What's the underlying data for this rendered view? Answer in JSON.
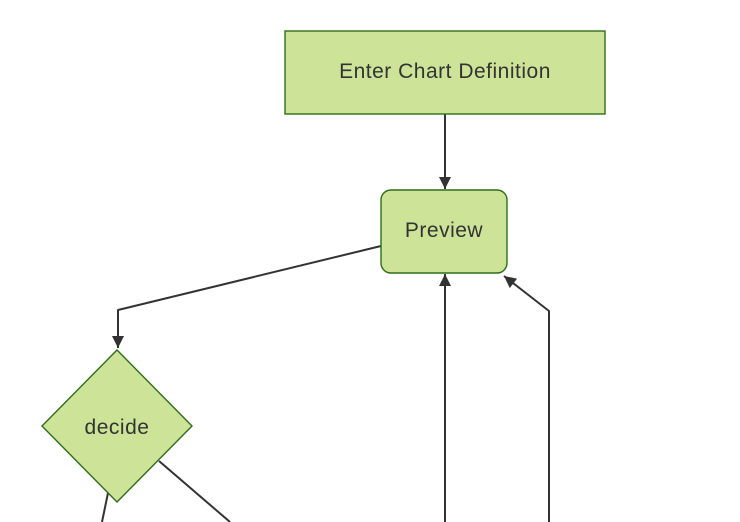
{
  "diagram": {
    "type": "flowchart",
    "direction": "top-down",
    "theme": "forest",
    "nodes": [
      {
        "id": "A",
        "label": "Enter Chart Definition",
        "shape": "rectangle"
      },
      {
        "id": "B",
        "label": "Preview",
        "shape": "rounded-rectangle"
      },
      {
        "id": "C",
        "label": "decide",
        "shape": "diamond"
      }
    ],
    "edges": [
      {
        "from": "Enter Chart Definition",
        "to": "Preview",
        "arrowhead": true
      },
      {
        "from": "Preview",
        "to": "decide",
        "arrowhead": true
      },
      {
        "from": "decide",
        "to": "offscreen-bottom-left",
        "arrowhead": false
      },
      {
        "from": "decide",
        "to": "offscreen-bottom-right",
        "arrowhead": false
      },
      {
        "from": "offscreen-bottom",
        "to": "Preview",
        "arrowhead": true
      },
      {
        "from": "offscreen-bottom-right",
        "to": "Preview",
        "arrowhead": true
      }
    ],
    "colors": {
      "node_fill": "#cde498",
      "node_border": "#2f6c1a",
      "edge": "#333333",
      "text": "#333333",
      "background": "#ffffff"
    }
  }
}
